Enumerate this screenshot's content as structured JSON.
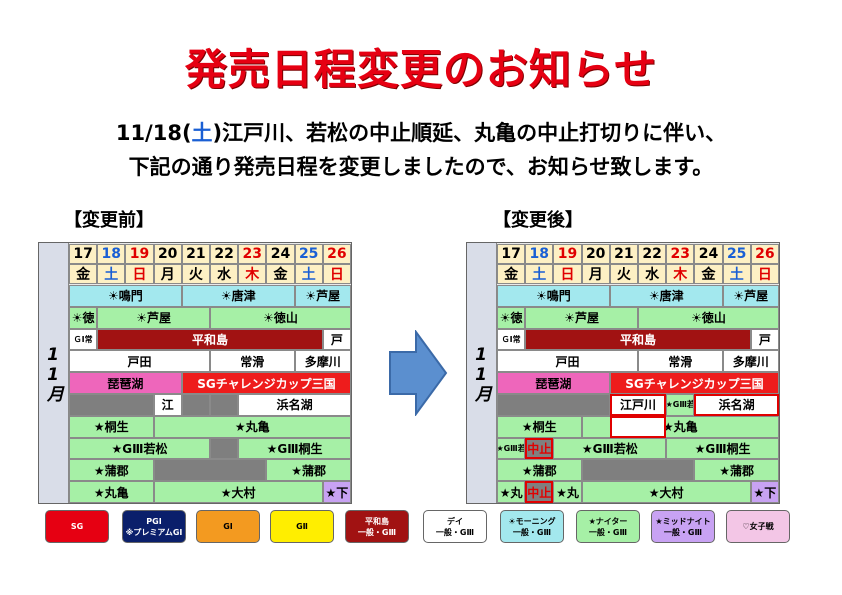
{
  "title": "発売日程変更のお知らせ",
  "notice": {
    "line1_pre": "11/18(",
    "line1_day": "土",
    "line1_post": ")江戸川、若松の中止順延、丸亀の中止打切りに伴い、",
    "line2": "下記の通り発売日程を変更しましたので、お知らせ致します。"
  },
  "before": {
    "label": "【変更前】",
    "month": "11月",
    "dates": [
      "17",
      "18",
      "19",
      "20",
      "21",
      "22",
      "23",
      "24",
      "25",
      "26"
    ],
    "weekdays": [
      "金",
      "土",
      "日",
      "月",
      "火",
      "水",
      "木",
      "金",
      "土",
      "日"
    ],
    "rows": [
      [
        "☀鳴門",
        "☀唐津",
        "☀芦屋"
      ],
      [
        "☀徳",
        "☀芦屋",
        "☀徳山"
      ],
      [
        "ＧⅠ常",
        "平和島",
        "戸"
      ],
      [
        "戸田",
        "常滑",
        "多摩川"
      ],
      [
        "琵琶湖",
        "SGチャレンジカップ三国"
      ],
      [
        "江",
        "浜名湖"
      ],
      [
        "★桐生",
        "★丸亀"
      ],
      [
        "★GⅢ若松",
        "★GⅢ桐生"
      ],
      [
        "★蒲郡",
        "★蒲郡"
      ],
      [
        "★丸亀",
        "★大村",
        "★下"
      ]
    ]
  },
  "after": {
    "label": "【変更後】",
    "month": "11月",
    "rows": [
      [
        "☀鳴門",
        "☀唐津",
        "☀芦屋"
      ],
      [
        "☀徳",
        "☀芦屋",
        "☀徳山"
      ],
      [
        "ＧⅠ常",
        "平和島",
        "戸"
      ],
      [
        "戸田",
        "常滑",
        "多摩川"
      ],
      [
        "琵琶湖",
        "SGチャレンジカップ三国"
      ],
      [
        "江戸川",
        "★GⅢ若",
        "浜名湖"
      ],
      [
        "★桐生",
        "★丸亀"
      ],
      [
        "★GⅢ若",
        "中止",
        "★GⅢ若松",
        "★GⅢ桐生"
      ],
      [
        "★蒲郡",
        "★蒲郡"
      ],
      [
        "★丸",
        "中止",
        "★丸",
        "★大村",
        "★下"
      ]
    ]
  },
  "legend": [
    {
      "line1": "SG",
      "line2": ""
    },
    {
      "line1": "PGⅠ",
      "line2": "※プレミアムGⅠ"
    },
    {
      "line1": "GⅠ",
      "line2": ""
    },
    {
      "line1": "GⅡ",
      "line2": ""
    },
    {
      "line1": "平和島",
      "line2": "一般・GⅢ"
    },
    {
      "line1": "デイ",
      "line2": "一般・GⅢ"
    },
    {
      "line1": "☀モーニング",
      "line2": "一般・GⅢ"
    },
    {
      "line1": "★ナイター",
      "line2": "一般・GⅢ"
    },
    {
      "line1": "★ミッドナイト",
      "line2": "一般・GⅢ"
    },
    {
      "line1": "♡女子戦",
      "line2": ""
    }
  ]
}
